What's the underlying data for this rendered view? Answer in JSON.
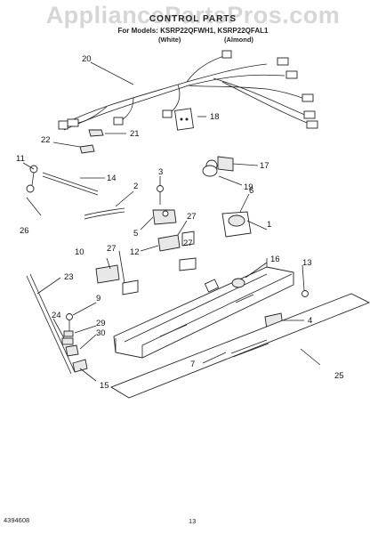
{
  "watermark": "AppliancePartsPros.com",
  "header": {
    "title": "CONTROL PARTS",
    "models": "For Models: KSRP22QFWH1, KSRP22QFAL1",
    "variant_left": "(White)",
    "variant_right": "(Almond)"
  },
  "callouts": [
    "20",
    "18",
    "21",
    "22",
    "11",
    "14",
    "3",
    "17",
    "19",
    "2",
    "6",
    "1",
    "26",
    "5",
    "27",
    "27",
    "12",
    "10",
    "16",
    "13",
    "23",
    "27",
    "9",
    "29",
    "4",
    "24",
    "30",
    "7",
    "25",
    "15"
  ],
  "footer": {
    "doc_number": "4394608",
    "page_number": "13"
  }
}
